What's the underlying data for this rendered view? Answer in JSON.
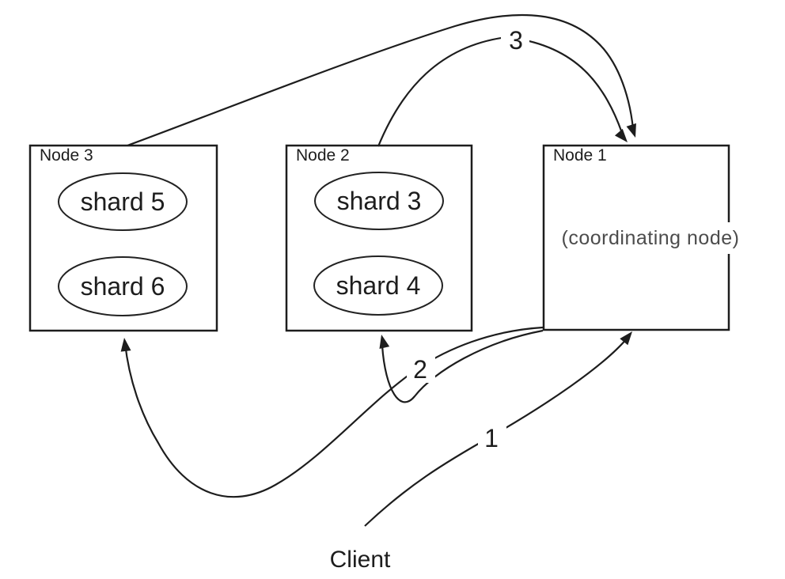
{
  "diagram": {
    "client_label": "Client",
    "nodes": [
      {
        "name": "Node 3",
        "shards": [
          "shard 5",
          "shard 6"
        ]
      },
      {
        "name": "Node 2",
        "shards": [
          "shard 3",
          "shard 4"
        ]
      },
      {
        "name": "Node 1",
        "note": "(coordinating node)",
        "shards": []
      }
    ],
    "step_labels": [
      "1",
      "2",
      "3"
    ],
    "colors": {
      "line": "#1d1d1d",
      "note_text": "#4c4c4c",
      "background": "#ffffff"
    }
  }
}
